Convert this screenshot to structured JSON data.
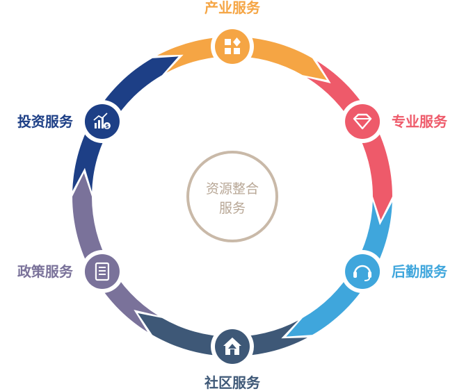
{
  "center": {
    "line1": "资源整合",
    "line2": "服务"
  },
  "colors": {
    "center_ring": "#c9b9a8",
    "center_text": "#b8a796",
    "icon_bg": "#ffffff"
  },
  "segments": [
    {
      "key": "industry",
      "label": "产业服务",
      "color": "#f5a544",
      "label_color": "#f5a544",
      "icon": "grid-diamond-icon"
    },
    {
      "key": "professional",
      "label": "专业服务",
      "color": "#ee5a6a",
      "label_color": "#ee5a6a",
      "icon": "diamond-gem-icon"
    },
    {
      "key": "logistics",
      "label": "后勤服务",
      "color": "#3fa6dc",
      "label_color": "#3fa6dc",
      "icon": "headset-icon"
    },
    {
      "key": "community",
      "label": "社区服务",
      "color": "#3e5877",
      "label_color": "#3e5877",
      "icon": "house-icon"
    },
    {
      "key": "policy",
      "label": "政策服务",
      "color": "#7a729a",
      "label_color": "#7a729a",
      "icon": "document-icon"
    },
    {
      "key": "investment",
      "label": "投资服务",
      "color": "#1d3f86",
      "label_color": "#1d3f86",
      "icon": "chart-growth-icon"
    }
  ]
}
